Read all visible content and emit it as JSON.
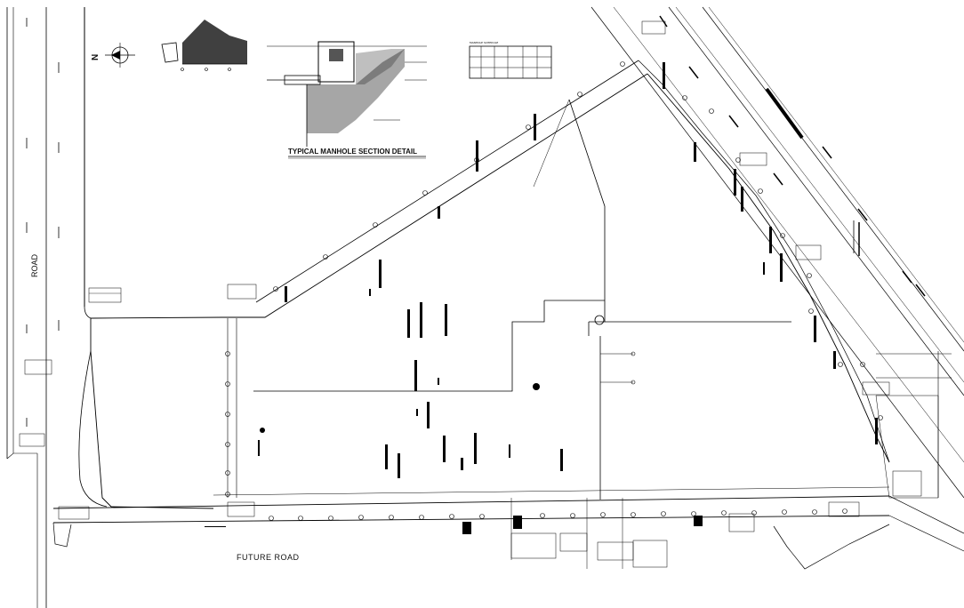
{
  "labels": {
    "north": "N",
    "detail_title": "TYPICAL MANHOLE SECTION DETAIL",
    "road_left": "ROAD",
    "road_bottom": "FUTURE  ROAD",
    "schedule_title": "MANHOLE SCHEDULE"
  },
  "colors": {
    "line": "#000000",
    "background": "#ffffff"
  }
}
